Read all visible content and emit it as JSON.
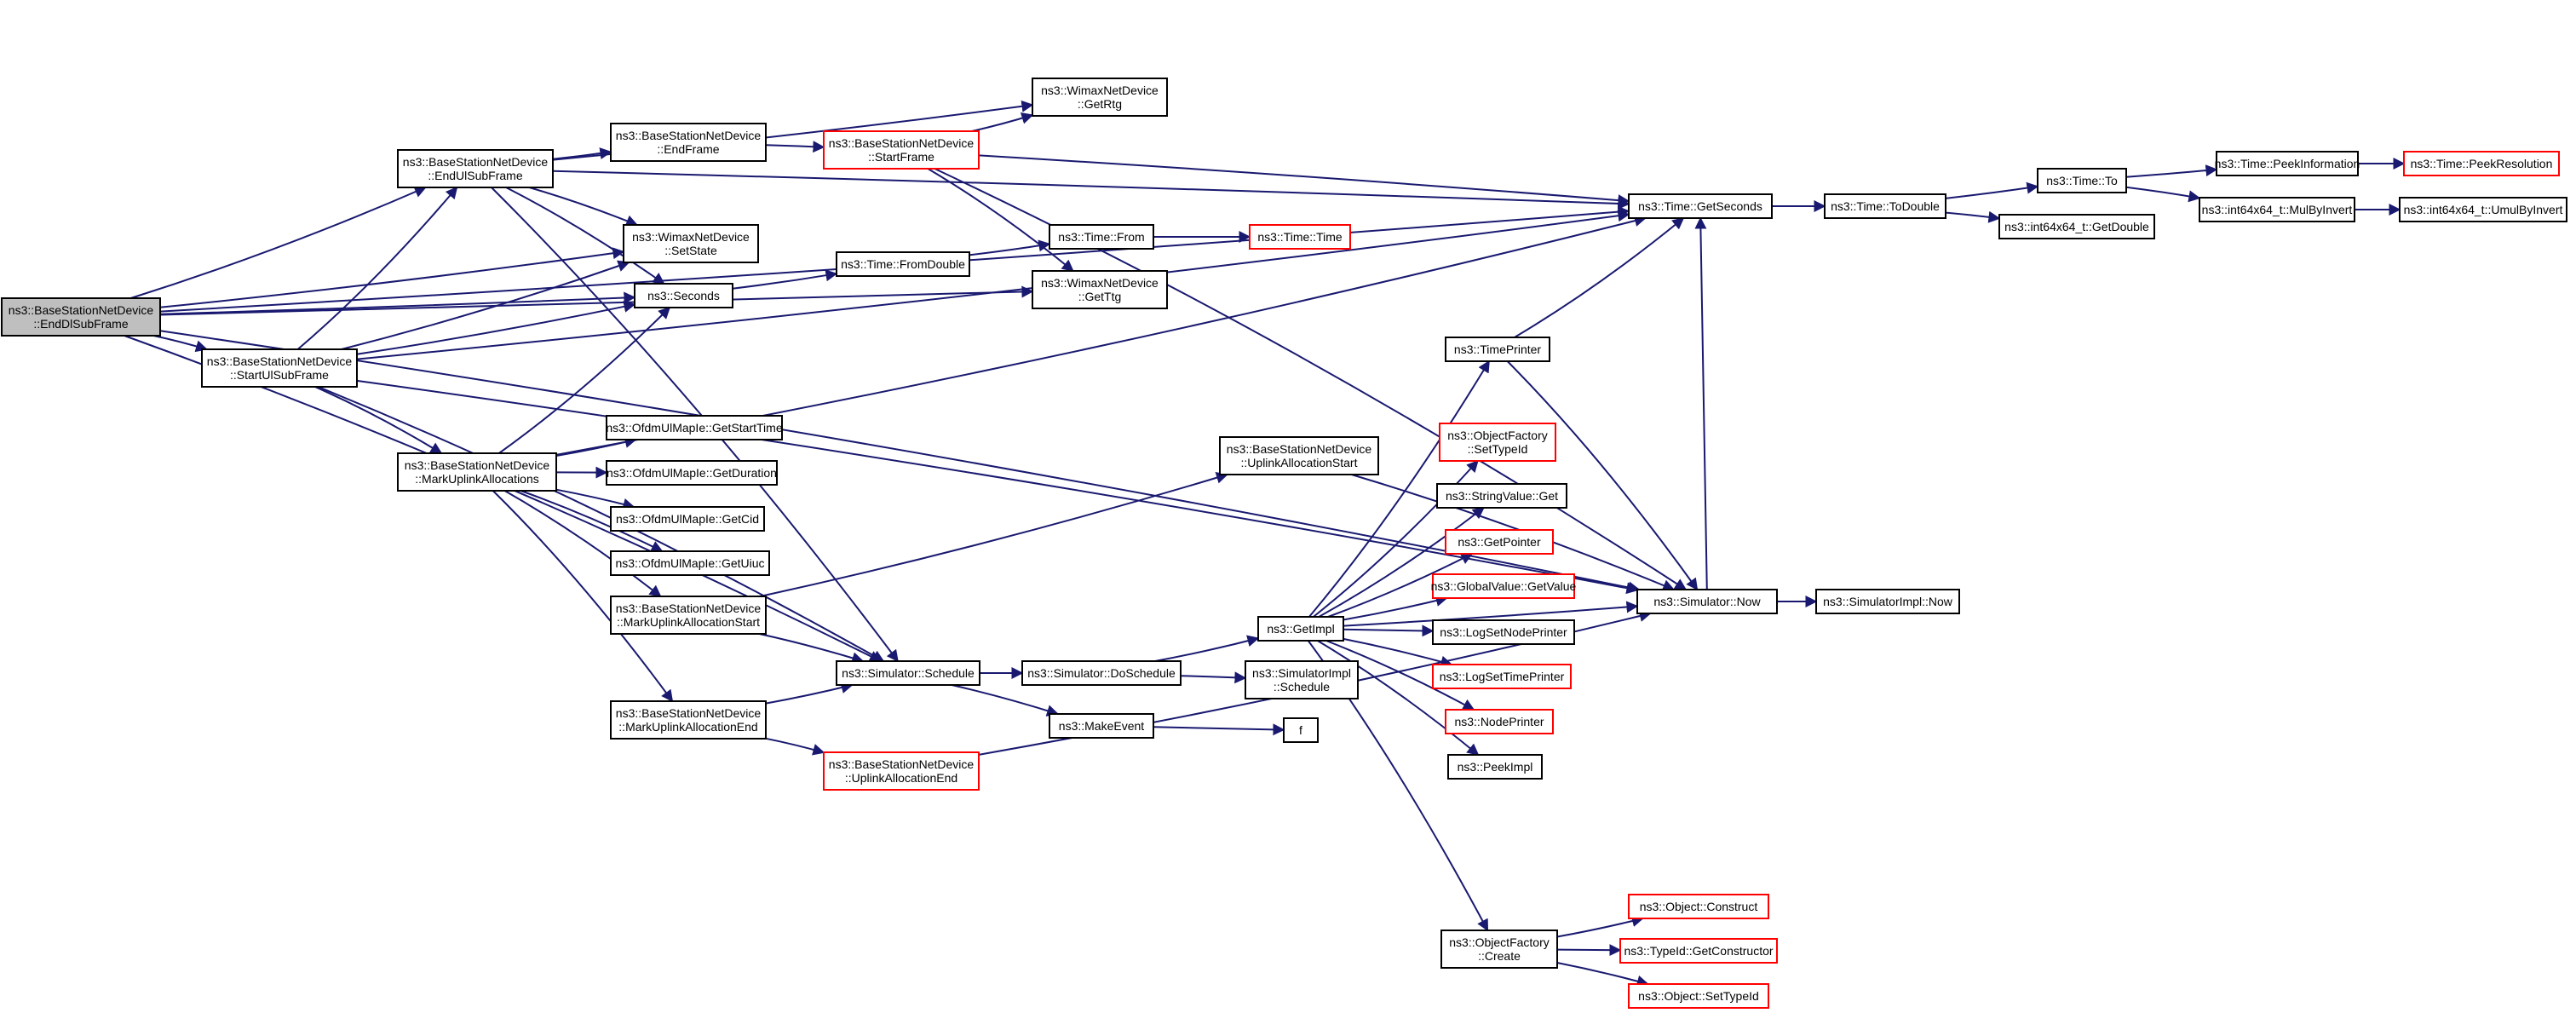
{
  "graph": {
    "nodes": [
      {
        "id": "root",
        "lines": [
          "ns3::BaseStationNetDevice",
          "::EndDlSubFrame"
        ],
        "style": "root"
      },
      {
        "id": "startul",
        "lines": [
          "ns3::BaseStationNetDevice",
          "::StartUlSubFrame"
        ]
      },
      {
        "id": "endul",
        "lines": [
          "ns3::BaseStationNetDevice",
          "::EndUlSubFrame"
        ]
      },
      {
        "id": "endframe",
        "lines": [
          "ns3::BaseStationNetDevice",
          "::EndFrame"
        ]
      },
      {
        "id": "startframe",
        "lines": [
          "ns3::BaseStationNetDevice",
          "::StartFrame"
        ],
        "style": "red"
      },
      {
        "id": "getrtg",
        "lines": [
          "ns3::WimaxNetDevice",
          "::GetRtg"
        ]
      },
      {
        "id": "setstate",
        "lines": [
          "ns3::WimaxNetDevice",
          "::SetState"
        ]
      },
      {
        "id": "seconds",
        "lines": [
          "ns3::Seconds"
        ]
      },
      {
        "id": "fromdouble",
        "lines": [
          "ns3::Time::FromDouble"
        ]
      },
      {
        "id": "timefrom",
        "lines": [
          "ns3::Time::From"
        ]
      },
      {
        "id": "timetime",
        "lines": [
          "ns3::Time::Time"
        ],
        "style": "red"
      },
      {
        "id": "getttg",
        "lines": [
          "ns3::WimaxNetDevice",
          "::GetTtg"
        ]
      },
      {
        "id": "getseconds",
        "lines": [
          "ns3::Time::GetSeconds"
        ]
      },
      {
        "id": "todouble",
        "lines": [
          "ns3::Time::ToDouble"
        ]
      },
      {
        "id": "timeto",
        "lines": [
          "ns3::Time::To"
        ]
      },
      {
        "id": "getdouble",
        "lines": [
          "ns3::int64x64_t::GetDouble"
        ]
      },
      {
        "id": "peekinfo",
        "lines": [
          "ns3::Time::PeekInformation"
        ]
      },
      {
        "id": "peekres",
        "lines": [
          "ns3::Time::PeekResolution"
        ],
        "style": "red"
      },
      {
        "id": "mulbyinvert",
        "lines": [
          "ns3::int64x64_t::MulByInvert"
        ]
      },
      {
        "id": "umulbyinvert",
        "lines": [
          "ns3::int64x64_t::UmulByInvert"
        ]
      },
      {
        "id": "markuplink",
        "lines": [
          "ns3::BaseStationNetDevice",
          "::MarkUplinkAllocations"
        ]
      },
      {
        "id": "getstarttime",
        "lines": [
          "ns3::OfdmUlMapIe::GetStartTime"
        ]
      },
      {
        "id": "getduration",
        "lines": [
          "ns3::OfdmUlMapIe::GetDuration"
        ]
      },
      {
        "id": "getcid",
        "lines": [
          "ns3::OfdmUlMapIe::GetCid"
        ]
      },
      {
        "id": "getuiuc",
        "lines": [
          "ns3::OfdmUlMapIe::GetUiuc"
        ]
      },
      {
        "id": "markstart",
        "lines": [
          "ns3::BaseStationNetDevice",
          "::MarkUplinkAllocationStart"
        ]
      },
      {
        "id": "markend",
        "lines": [
          "ns3::BaseStationNetDevice",
          "::MarkUplinkAllocationEnd"
        ]
      },
      {
        "id": "upstart",
        "lines": [
          "ns3::BaseStationNetDevice",
          "::UplinkAllocationStart"
        ]
      },
      {
        "id": "upend",
        "lines": [
          "ns3::BaseStationNetDevice",
          "::UplinkAllocationEnd"
        ],
        "style": "red"
      },
      {
        "id": "schedule",
        "lines": [
          "ns3::Simulator::Schedule"
        ]
      },
      {
        "id": "doschedule",
        "lines": [
          "ns3::Simulator::DoSchedule"
        ]
      },
      {
        "id": "makeevent",
        "lines": [
          "ns3::MakeEvent"
        ]
      },
      {
        "id": "f",
        "lines": [
          "f"
        ]
      },
      {
        "id": "implschedule",
        "lines": [
          "ns3::SimulatorImpl",
          "::Schedule"
        ]
      },
      {
        "id": "getimpl",
        "lines": [
          "ns3::GetImpl"
        ]
      },
      {
        "id": "timeprinter",
        "lines": [
          "ns3::TimePrinter"
        ]
      },
      {
        "id": "ofsettypeid",
        "lines": [
          "ns3::ObjectFactory",
          "::SetTypeId"
        ],
        "style": "red"
      },
      {
        "id": "stringvalue",
        "lines": [
          "ns3::StringValue::Get"
        ]
      },
      {
        "id": "getpointer",
        "lines": [
          "ns3::GetPointer"
        ],
        "style": "red"
      },
      {
        "id": "globalvalue",
        "lines": [
          "ns3::GlobalValue::GetValue"
        ],
        "style": "red"
      },
      {
        "id": "lognodeprinter",
        "lines": [
          "ns3::LogSetNodePrinter"
        ]
      },
      {
        "id": "logtimeprinter",
        "lines": [
          "ns3::LogSetTimePrinter"
        ],
        "style": "red"
      },
      {
        "id": "nodeprinter",
        "lines": [
          "ns3::NodePrinter"
        ],
        "style": "red"
      },
      {
        "id": "peekimpl",
        "lines": [
          "ns3::PeekImpl"
        ]
      },
      {
        "id": "ofcreate",
        "lines": [
          "ns3::ObjectFactory",
          "::Create"
        ]
      },
      {
        "id": "objconstruct",
        "lines": [
          "ns3::Object::Construct"
        ],
        "style": "red"
      },
      {
        "id": "getconstructor",
        "lines": [
          "ns3::TypeId::GetConstructor"
        ],
        "style": "red"
      },
      {
        "id": "objsettypeid",
        "lines": [
          "ns3::Object::SetTypeId"
        ],
        "style": "red"
      },
      {
        "id": "simnow",
        "lines": [
          "ns3::Simulator::Now"
        ]
      },
      {
        "id": "implnow",
        "lines": [
          "ns3::SimulatorImpl::Now"
        ]
      }
    ],
    "edges": [
      [
        "root",
        "startul"
      ],
      [
        "root",
        "endul"
      ],
      [
        "root",
        "getseconds"
      ],
      [
        "root",
        "setstate"
      ],
      [
        "root",
        "seconds"
      ],
      [
        "root",
        "schedule"
      ],
      [
        "root",
        "getttg"
      ],
      [
        "root",
        "simnow"
      ],
      [
        "startul",
        "endul"
      ],
      [
        "startul",
        "setstate"
      ],
      [
        "startul",
        "seconds"
      ],
      [
        "startul",
        "markuplink"
      ],
      [
        "startul",
        "getseconds"
      ],
      [
        "startul",
        "schedule"
      ],
      [
        "startul",
        "simnow"
      ],
      [
        "endul",
        "endframe"
      ],
      [
        "endul",
        "getrtg"
      ],
      [
        "endul",
        "getseconds"
      ],
      [
        "endul",
        "setstate"
      ],
      [
        "endul",
        "seconds"
      ],
      [
        "endul",
        "schedule"
      ],
      [
        "endframe",
        "startframe"
      ],
      [
        "startframe",
        "getrtg"
      ],
      [
        "startframe",
        "getseconds"
      ],
      [
        "startframe",
        "getttg"
      ],
      [
        "startframe",
        "simnow"
      ],
      [
        "seconds",
        "fromdouble"
      ],
      [
        "fromdouble",
        "timefrom"
      ],
      [
        "timefrom",
        "timetime"
      ],
      [
        "getseconds",
        "todouble"
      ],
      [
        "todouble",
        "timeto"
      ],
      [
        "todouble",
        "getdouble"
      ],
      [
        "timeto",
        "peekinfo"
      ],
      [
        "timeto",
        "mulbyinvert"
      ],
      [
        "peekinfo",
        "peekres"
      ],
      [
        "mulbyinvert",
        "umulbyinvert"
      ],
      [
        "markuplink",
        "seconds"
      ],
      [
        "markuplink",
        "getstarttime"
      ],
      [
        "markuplink",
        "getduration"
      ],
      [
        "markuplink",
        "getcid"
      ],
      [
        "markuplink",
        "getuiuc"
      ],
      [
        "markuplink",
        "markstart"
      ],
      [
        "markuplink",
        "markend"
      ],
      [
        "markuplink",
        "getseconds"
      ],
      [
        "markstart",
        "upstart"
      ],
      [
        "markstart",
        "schedule"
      ],
      [
        "markend",
        "schedule"
      ],
      [
        "markend",
        "upend"
      ],
      [
        "upstart",
        "simnow"
      ],
      [
        "upend",
        "simnow"
      ],
      [
        "schedule",
        "doschedule"
      ],
      [
        "schedule",
        "makeevent"
      ],
      [
        "doschedule",
        "getimpl"
      ],
      [
        "doschedule",
        "implschedule"
      ],
      [
        "makeevent",
        "f"
      ],
      [
        "getimpl",
        "timeprinter"
      ],
      [
        "getimpl",
        "ofsettypeid"
      ],
      [
        "getimpl",
        "stringvalue"
      ],
      [
        "getimpl",
        "getpointer"
      ],
      [
        "getimpl",
        "globalvalue"
      ],
      [
        "getimpl",
        "lognodeprinter"
      ],
      [
        "getimpl",
        "logtimeprinter"
      ],
      [
        "getimpl",
        "nodeprinter"
      ],
      [
        "getimpl",
        "peekimpl"
      ],
      [
        "getimpl",
        "ofcreate"
      ],
      [
        "getimpl",
        "simnow"
      ],
      [
        "timeprinter",
        "getseconds"
      ],
      [
        "timeprinter",
        "simnow"
      ],
      [
        "ofcreate",
        "objconstruct"
      ],
      [
        "ofcreate",
        "getconstructor"
      ],
      [
        "ofcreate",
        "objsettypeid"
      ],
      [
        "simnow",
        "getseconds"
      ],
      [
        "simnow",
        "implnow"
      ]
    ]
  }
}
